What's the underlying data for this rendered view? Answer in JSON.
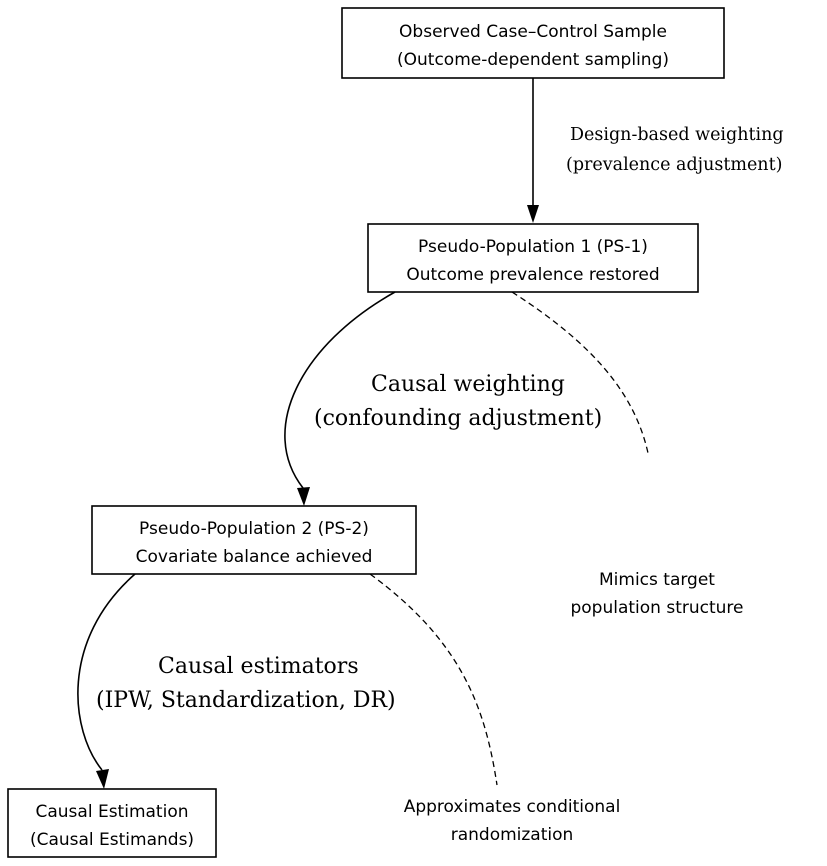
{
  "nodes": {
    "observed": {
      "line1": "Observed Case–Control Sample",
      "line2": "(Outcome-dependent sampling)"
    },
    "ps1": {
      "line1": "Pseudo-Population 1 (PS-1)",
      "line2": "Outcome prevalence restored"
    },
    "ps2": {
      "line1": "Pseudo-Population 2 (PS-2)",
      "line2": "Covariate balance achieved"
    },
    "estimation": {
      "line1": "Causal Estimation",
      "line2": "(Causal Estimands)"
    }
  },
  "edges": {
    "design_weighting": {
      "line1": "Design-based weighting",
      "line2": "(prevalence adjustment)"
    },
    "causal_weighting": {
      "line1": "Causal weighting",
      "line2": "(confounding adjustment)"
    },
    "causal_estimators": {
      "line1": "Causal estimators",
      "line2": "(IPW, Standardization, DR)"
    }
  },
  "notes": {
    "mimics": {
      "line1": "Mimics target",
      "line2": "population structure"
    },
    "approximates": {
      "line1": "Approximates conditional",
      "line2": "randomization"
    }
  }
}
